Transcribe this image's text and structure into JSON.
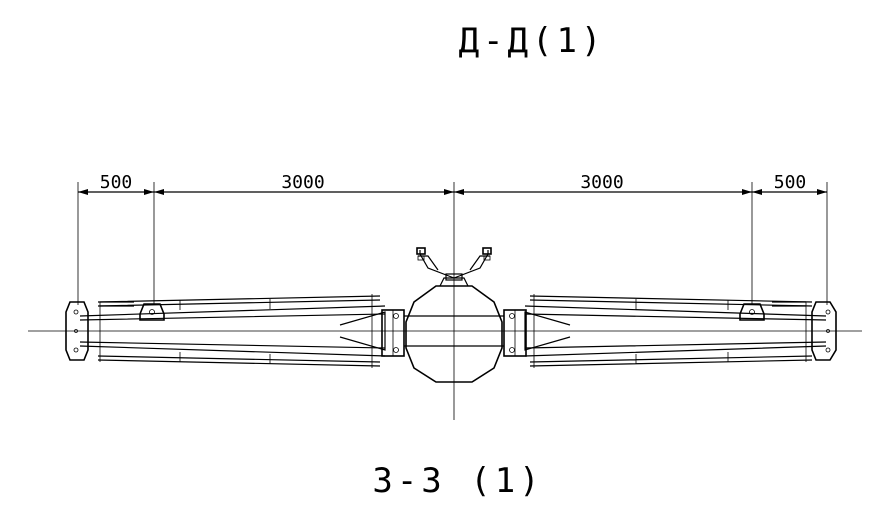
{
  "drawing": {
    "title_top": "Д-Д(1)",
    "title_bottom": "З-З (1)",
    "dimensions": {
      "left_outer": "500",
      "left_inner": "3000",
      "right_inner": "3000",
      "right_outer": "500"
    }
  }
}
